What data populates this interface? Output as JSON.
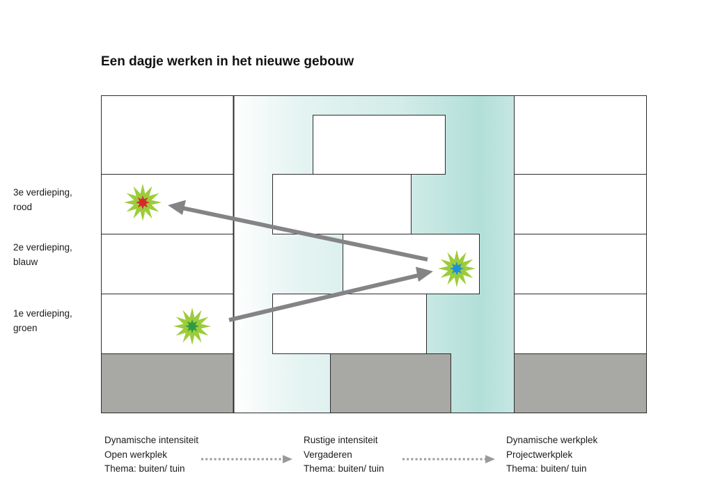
{
  "title": "Een dagje werken in het nieuwe gebouw",
  "floors": [
    {
      "line1": "3e verdieping,",
      "line2": "rood",
      "color": "#d62a2a"
    },
    {
      "line1": "2e verdieping,",
      "line2": "blauw",
      "color": "#1e90d6"
    },
    {
      "line1": "1e verdieping,",
      "line2": "groen",
      "color": "#2e9a45"
    }
  ],
  "zones": [
    {
      "line1": "Dynamische intensiteit",
      "line2": "Open werkplek",
      "line3": "Thema: buiten/ tuin"
    },
    {
      "line1": "Rustige intensiteit",
      "line2": "Vergaderen",
      "line3": "Thema: buiten/ tuin"
    },
    {
      "line1": "Dynamische werkplek",
      "line2": "Projectwerkplek",
      "line3": "Thema: buiten/ tuin"
    }
  ],
  "colors": {
    "outline": "#2b2b2b",
    "ground": "#a8a8a5",
    "atrium_light": "#ffffff",
    "atrium_teal": "#b5e1dc",
    "star_outer": "#9ccc3a",
    "arrow": "#848487",
    "dotted_arrow": "#9a9a9c"
  }
}
